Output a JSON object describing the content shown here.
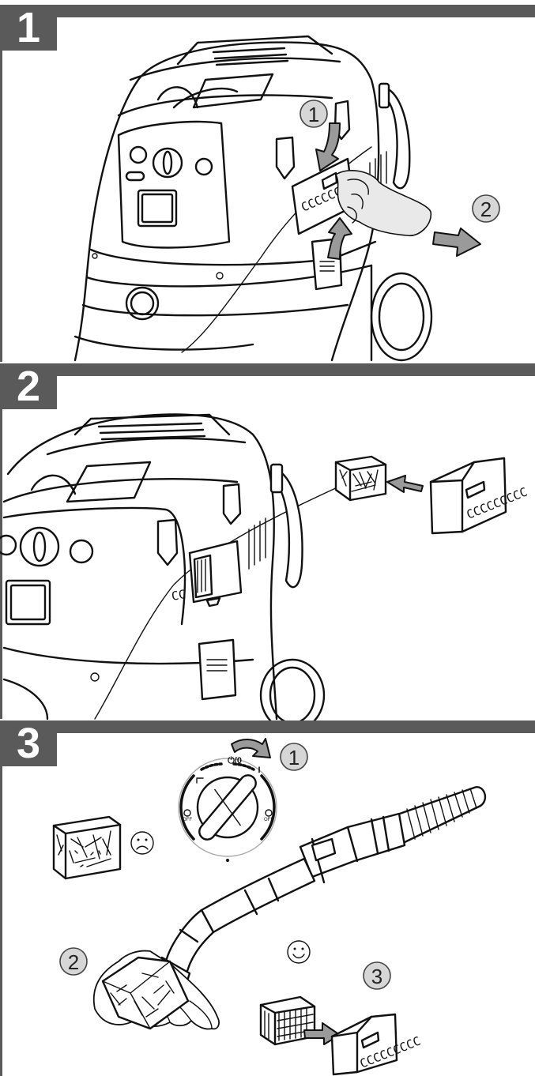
{
  "steps": [
    {
      "number": "1",
      "callouts": [
        "1",
        "2"
      ]
    },
    {
      "number": "2"
    },
    {
      "number": "3",
      "callouts": [
        "1",
        "2",
        "3"
      ],
      "dial": {
        "top_label": "⏻/0",
        "right_label": "I",
        "left_sub": "OFF",
        "right_sub": "OFF"
      }
    }
  ],
  "filter_cover_text": "CCCCCCCCC",
  "colors": {
    "banner": "#5a5a5a",
    "callout_fill": "#d6d6d6",
    "arrow_fill": "#9a9a9a"
  }
}
